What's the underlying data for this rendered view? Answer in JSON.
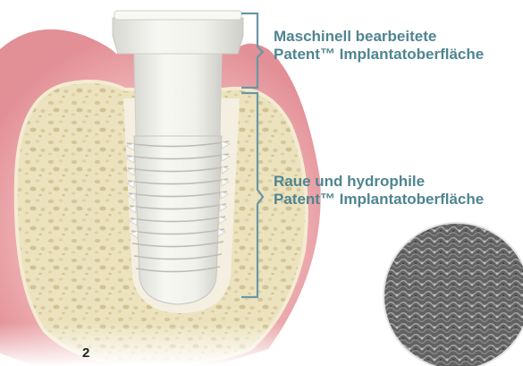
{
  "labels": {
    "machined": {
      "line1": "Maschinell bearbeitete",
      "line2": "Patent™ Implantatoberfläche"
    },
    "rough": {
      "line1": "Raue und hydrophile",
      "line2": "Patent™ Implantatoberfläche"
    }
  },
  "figure_number": "2",
  "colors": {
    "label_text": "#4f8591",
    "bracket": "#6a97a3",
    "gum": "#e9a3a8",
    "bone": "#efe6c4",
    "implant": "#f2f2ee"
  }
}
